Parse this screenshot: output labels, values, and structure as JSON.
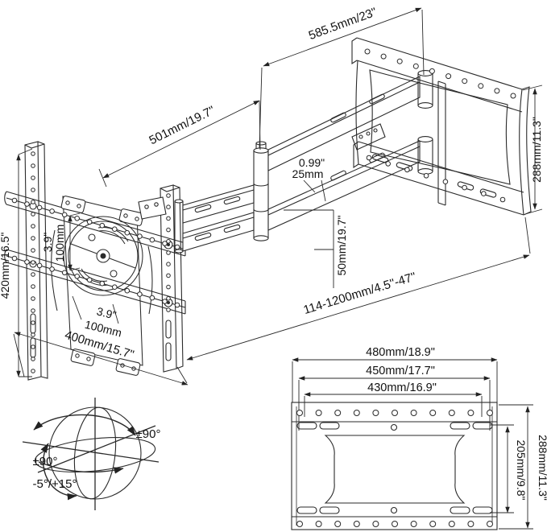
{
  "colors": {
    "line": "#2a2a2a",
    "background": "#ffffff",
    "text": "#111111"
  },
  "iso_view": {
    "tv_plate_width": "585.5mm/23\"",
    "arm_length": "501mm/19.7\"",
    "arm_thickness_inch": "0.99\"",
    "arm_thickness_mm": "25mm",
    "arm_profile_height": "50mm/19.7\"",
    "extension_range": "114-1200mm/4.5''-47''",
    "wall_plate_height": "288mm/11.3\"",
    "tv_bracket_height": "420mm/16.5\"",
    "vesa_vertical_inch": "3.9\"",
    "vesa_vertical_mm": "100mm",
    "vesa_horizontal_inch": "3.9\"",
    "vesa_horizontal_mm": "100mm",
    "tv_bracket_width": "400mm/15.7\""
  },
  "rotation_diagram": {
    "swivel": "±90°",
    "rotation": "±90°",
    "tilt": "-5°/+15°"
  },
  "wall_plate_front": {
    "width_outer": "480mm/18.9\"",
    "width_middle": "450mm/17.7\"",
    "width_inner": "430mm/16.9\"",
    "height_outer": "288mm/11.3\"",
    "height_inner": "205mm/9.8\""
  }
}
